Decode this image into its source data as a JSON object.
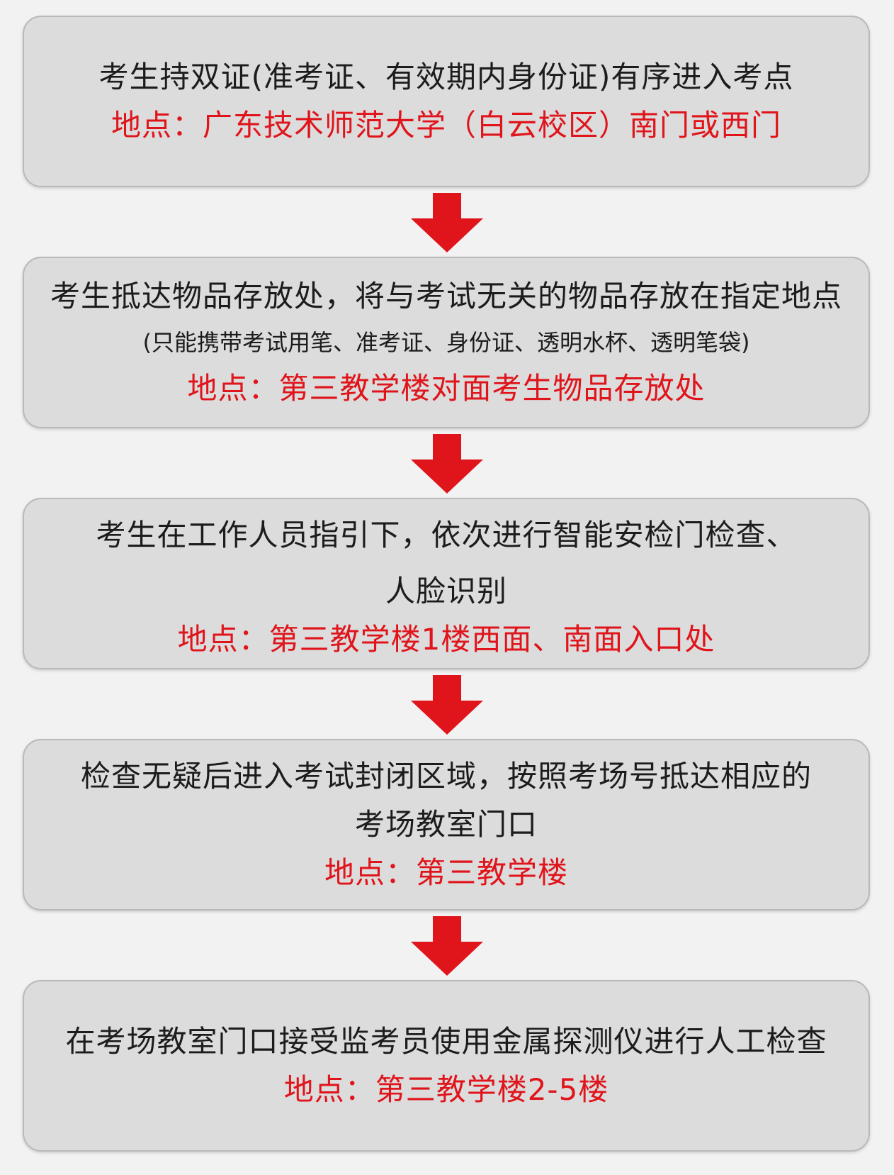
{
  "accent_color": "#e0141b",
  "arrow_color": "#e0141b",
  "box_color": "#dcdcdc",
  "steps": [
    {
      "lines": [
        "考生持双证(准考证、有效期内身份证)有序进入考点"
      ],
      "location": "地点：广东技术师范大学（白云校区）南门或西门"
    },
    {
      "lines": [
        "考生抵达物品存放处，将与考试无关的物品存放在指定地点"
      ],
      "note": "(只能携带考试用笔、准考证、身份证、透明水杯、透明笔袋)",
      "location": "地点：第三教学楼对面考生物品存放处"
    },
    {
      "lines": [
        "考生在工作人员指引下，依次进行智能安检门检查、",
        "人脸识别"
      ],
      "location": "地点：第三教学楼1楼西面、南面入口处"
    },
    {
      "lines": [
        "检查无疑后进入考试封闭区域，按照考场号抵达相应的",
        "考场教室门口"
      ],
      "location": "地点：第三教学楼"
    },
    {
      "lines": [
        "在考场教室门口接受监考员使用金属探测仪进行人工检查"
      ],
      "location": "地点：第三教学楼2-5楼"
    }
  ]
}
